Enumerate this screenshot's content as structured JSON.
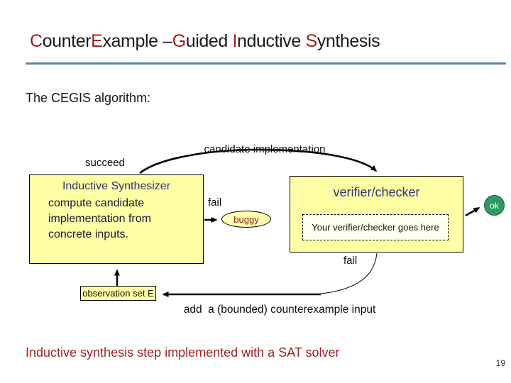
{
  "slide": {
    "title": {
      "full_text": "CounterExample –Guided Inductive Synthesis",
      "segments": [
        {
          "text": "C",
          "accent": true
        },
        {
          "text": "ounter",
          "accent": false
        },
        {
          "text": "E",
          "accent": true
        },
        {
          "text": "xample –",
          "accent": false
        },
        {
          "text": "G",
          "accent": true
        },
        {
          "text": "uided ",
          "accent": false
        },
        {
          "text": "I",
          "accent": true
        },
        {
          "text": "nductive ",
          "accent": false
        },
        {
          "text": "S",
          "accent": true
        },
        {
          "text": "ynthesis",
          "accent": false
        }
      ]
    },
    "subtitle": "The CEGIS algorithm:",
    "footer_note": "Inductive synthesis step implemented with a SAT solver",
    "page_number": "19"
  },
  "diagram": {
    "labels": {
      "succeed": "succeed",
      "candidate_implementation": "candidate implementation",
      "fail_left": "fail",
      "fail_right": "fail",
      "add_counterexample": "add  a (bounded) counterexample input"
    },
    "synthesizer_box": {
      "title": "Inductive Synthesizer",
      "body_lines": [
        "compute candidate",
        "implementation from",
        "concrete inputs."
      ]
    },
    "verifier_box": {
      "title": "verifier/checker",
      "placeholder": "Your verifier/checker goes here"
    },
    "buggy_label": "buggy",
    "ok_label": "ok",
    "observation_set_label": "observation set E"
  },
  "colors": {
    "accent_red": "#9e1b1e",
    "title_dark": "#17171f",
    "rule_blue": "#5c85ae",
    "box_yellow": "#ffffa6",
    "box_title_navy": "#333377",
    "buggy_red": "#8f1f1f",
    "ok_green": "#2e9966",
    "footer_red": "#9e2424",
    "arrow_black": "#000000"
  }
}
